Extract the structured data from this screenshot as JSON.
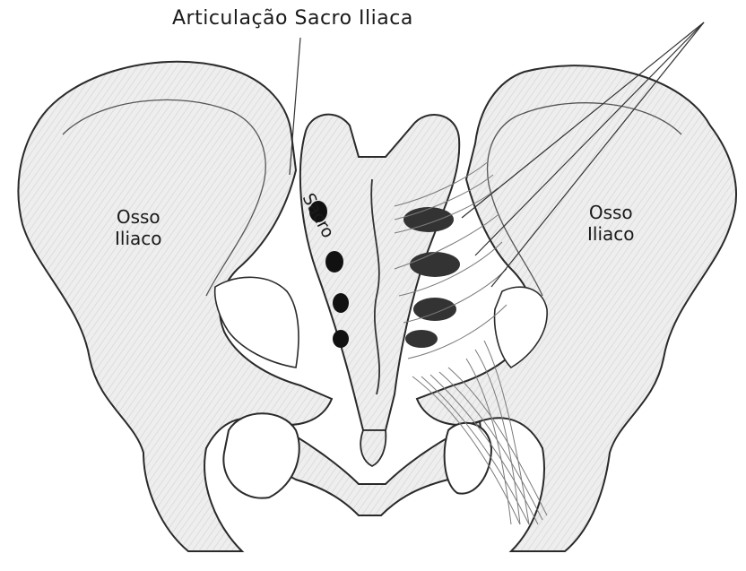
{
  "labels": {
    "title": "Articulação Sacro Iliaca",
    "left_bone": "Osso\nIliaco",
    "right_bone": "Osso\nIliaco",
    "sacrum": "Sacro"
  },
  "colors": {
    "bone_fill": "#ececec",
    "bone_stroke": "#2a2a2a",
    "foramen": "#111111",
    "ligament": "#7a7a7a"
  }
}
